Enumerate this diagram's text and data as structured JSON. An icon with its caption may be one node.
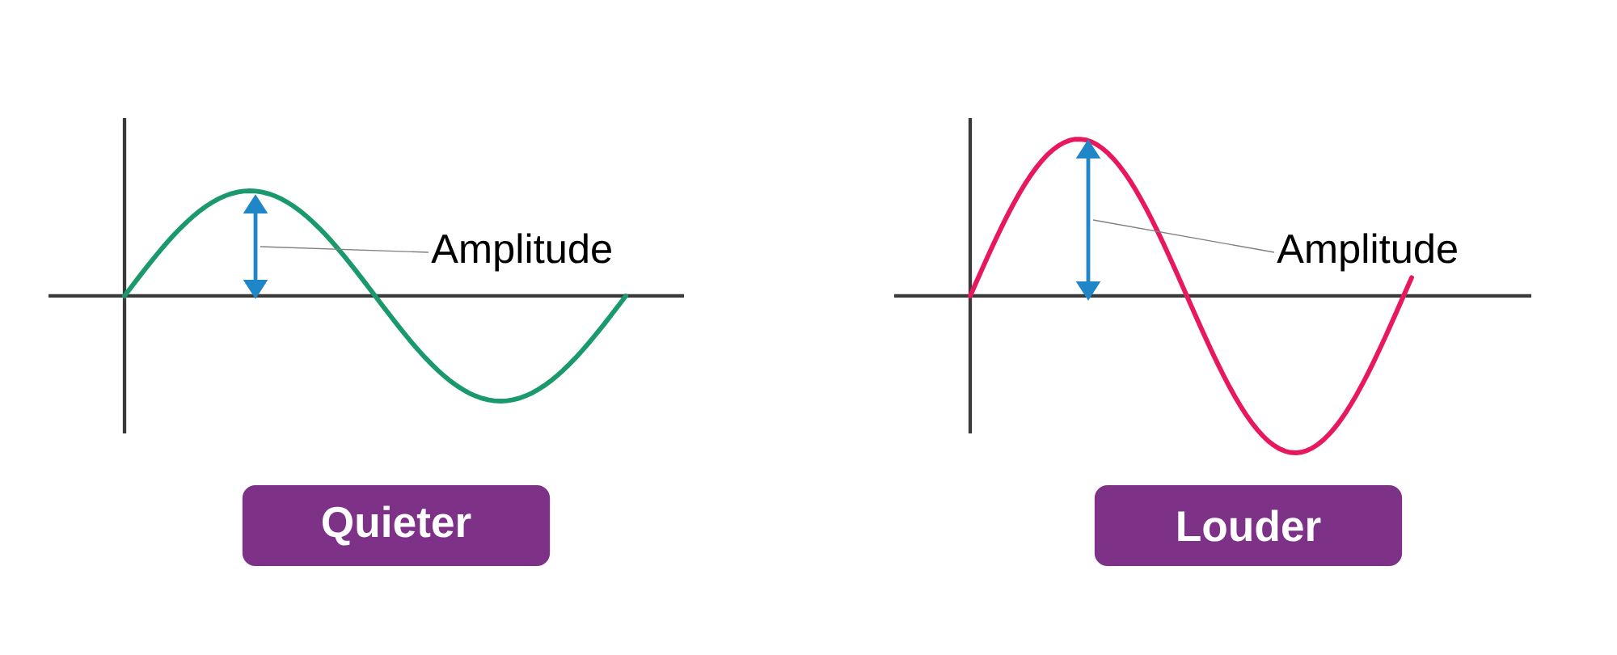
{
  "diagram": {
    "nodes": [
      {
        "text": [
          "Amplitude"
        ]
      },
      {
        "text": [],
        "shape": "arrow"
      },
      {
        "text": [
          "Quieter"
        ]
      },
      {
        "text": [
          "Amplitude"
        ]
      },
      {
        "text": [],
        "shape": "arrow"
      },
      {
        "text": [
          "Louder"
        ]
      }
    ],
    "edges": [
      {
        "from": 0,
        "to": 1,
        "arrow": "none"
      },
      {
        "from": 3,
        "to": 4,
        "arrow": "none"
      }
    ]
  }
}
